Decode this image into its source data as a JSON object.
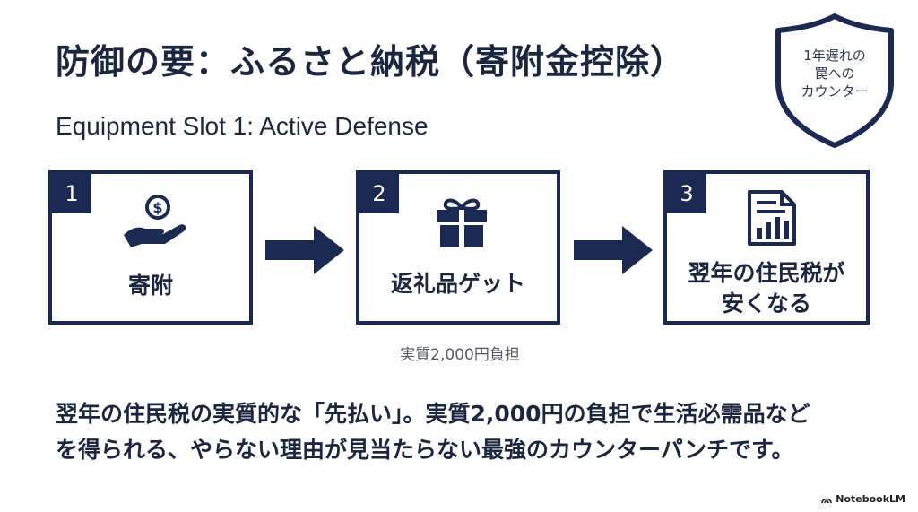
{
  "title": "防御の要：ふるさと納税（寄附金控除）",
  "subtitle": "Equipment Slot 1: Active Defense",
  "badge": {
    "line1": "1年遅れの",
    "line2": "罠への",
    "line3": "カウンター"
  },
  "steps": [
    {
      "number": "1",
      "label_line1": "寄附",
      "label_line2": "",
      "icon": "hand-coin-icon"
    },
    {
      "number": "2",
      "label_line1": "返礼品ゲット",
      "label_line2": "",
      "icon": "gift-icon"
    },
    {
      "number": "3",
      "label_line1": "翌年の住民税が",
      "label_line2": "安くなる",
      "icon": "report-chart-icon"
    }
  ],
  "step2_note": "実質2,000円負担",
  "description": {
    "line1": "翌年の住民税の実質的な「先払い」。実質2,000円の負担で生活必需品など",
    "line2": "を得られる、やらない理由が見当たらない最強のカウンターパンチです。"
  },
  "brand": "NotebookLM",
  "colors": {
    "navy": "#1b2a52",
    "text": "#1b2740",
    "muted": "#555a63"
  }
}
